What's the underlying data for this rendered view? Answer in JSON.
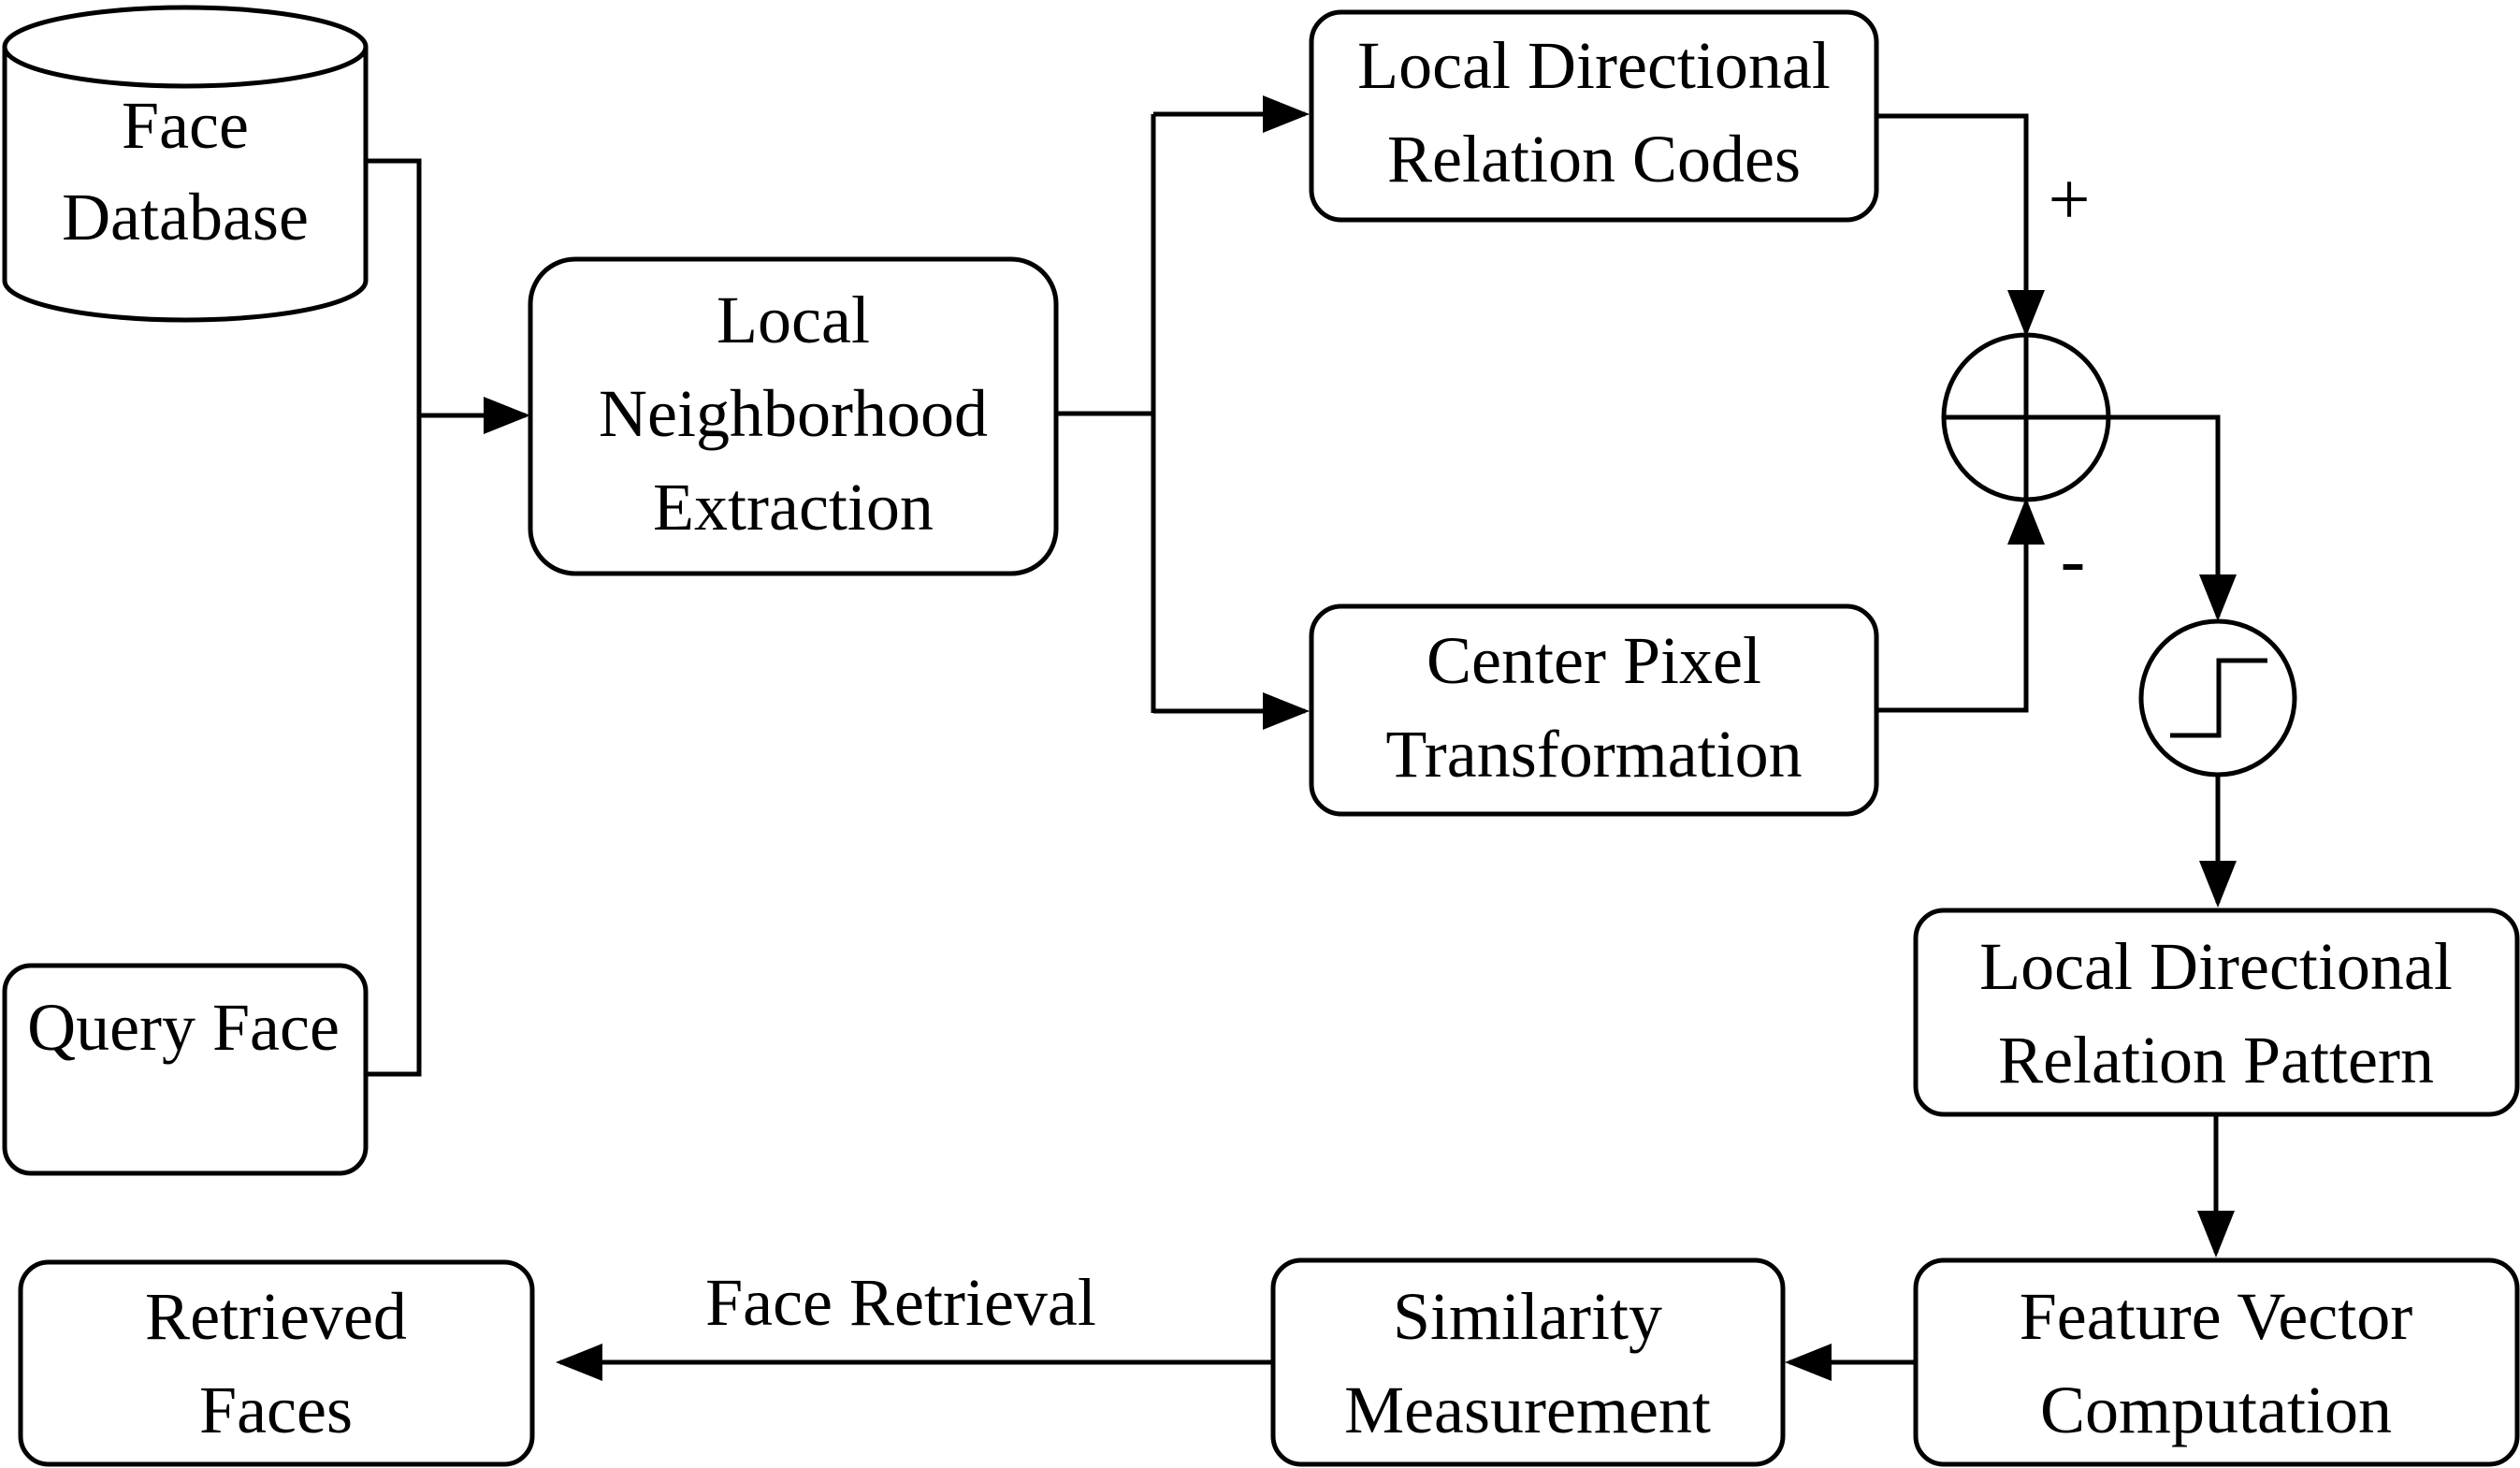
{
  "nodes": {
    "face_database": {
      "line1": "Face",
      "line2": "Database"
    },
    "query_face": {
      "line1": "Query Face"
    },
    "neighborhood": {
      "line1": "Local",
      "line2": "Neighborhood",
      "line3": "Extraction"
    },
    "ldr_codes": {
      "line1": "Local Directional",
      "line2": "Relation Codes"
    },
    "center_pixel": {
      "line1": "Center Pixel",
      "line2": "Transformation"
    },
    "ldr_pattern": {
      "line1": "Local Directional",
      "line2": "Relation Pattern"
    },
    "feature_vector": {
      "line1": "Feature Vector",
      "line2": "Computation"
    },
    "similarity": {
      "line1": "Similarity",
      "line2": "Measurement"
    },
    "retrieved": {
      "line1": "Retrieved",
      "line2": "Faces"
    }
  },
  "edges": {
    "face_retrieval_label": "Face Retrieval",
    "plus_sign": "+",
    "minus_sign": "-"
  }
}
